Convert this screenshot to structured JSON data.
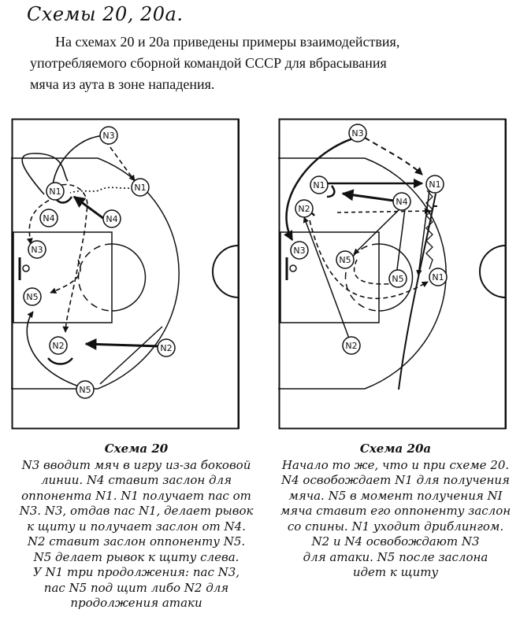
{
  "heading": "Схемы 20, 20а.",
  "intro": [
    "На схемах 20 и 20а приведены примеры взаимодействия,",
    "употребляемого сборной командой СССР для вбрасывания",
    "мяча из аута в зоне нападения."
  ],
  "diagrams": {
    "d20": {
      "players": [
        "N3",
        "N1",
        "N1",
        "N4",
        "N4",
        "N3",
        "N5",
        "N2",
        "N2",
        "N5"
      ]
    },
    "d20a": {
      "players": [
        "N3",
        "N1",
        "N1",
        "N4",
        "N2",
        "N3",
        "N5",
        "N5",
        "N1",
        "N2"
      ]
    }
  },
  "captions": {
    "c20": {
      "title": "Схема 20",
      "lines": [
        "N3 вводит мяч в игру из-за боковой",
        "линии. N4 ставит заслон для",
        "оппонента N1. N1 получает пас от",
        "N3. N3, отдав пас N1, делает рывок",
        "к щиту и получает заслон от N4.",
        "N2 ставит заслон оппоненту N5.",
        "N5 делает рывок к щиту слева.",
        "У N1 три продолжения: пас N3,",
        "пас N5 под щит либо N2 для",
        "продолжения атаки"
      ]
    },
    "c20a": {
      "title": "Схема 20а",
      "lines": [
        "Начало то же, что и при схеме 20.",
        "N4 освобождает N1 для получения",
        "мяча. N5 в момент получения NI",
        "мяча ставит его оппоненту заслон",
        "со спины. N1 уходит дриблингом.",
        "N2 и N4 освобождают N3",
        "для атаки. N5 после заслона",
        "идет к щиту"
      ]
    }
  }
}
